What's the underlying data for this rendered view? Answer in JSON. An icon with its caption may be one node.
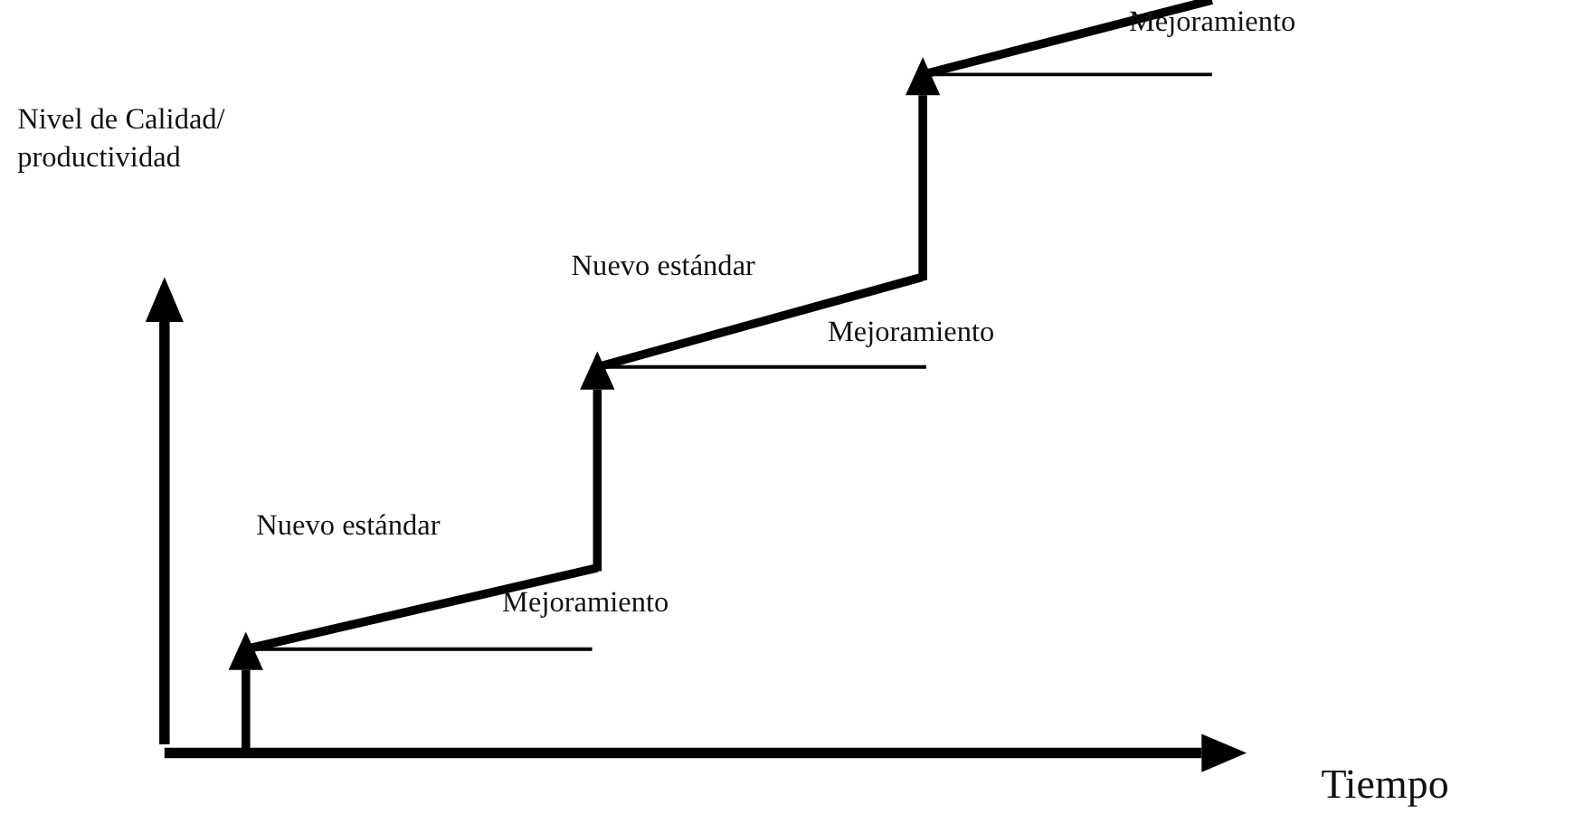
{
  "diagram": {
    "labels": [
      "Mejoramiento",
      "Nivel de Calidad/ productividad",
      "Nuevo estándar",
      "Mejoramiento",
      "Nuevo estándar",
      "Mejoramiento",
      "Tiempo"
    ]
  }
}
